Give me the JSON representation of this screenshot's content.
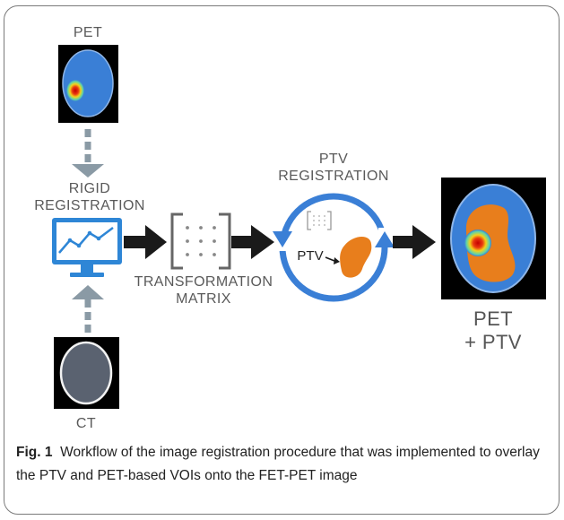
{
  "labels": {
    "pet": "PET",
    "rigid_line1": "RIGID",
    "rigid_line2": "REGISTRATION",
    "ptv_reg_line1": "PTV",
    "ptv_reg_line2": "REGISTRATION",
    "transform_line1": "TRANSFORMATION",
    "transform_line2": "MATRIX",
    "ptv": "PTV",
    "result_line1": "PET",
    "result_line2": "+ PTV",
    "ct": "CT"
  },
  "caption": {
    "figure_label": "Fig. 1",
    "text": "Workflow of the image registration procedure that was implemented to overlay the PTV and PET-based VOIs onto the FET-PET image"
  },
  "colors": {
    "brain_blue": "#3a7fd6",
    "arrow_dark": "#1a1a1a",
    "arrow_gray": "#8a9aa5",
    "ptv_orange": "#e87e1c",
    "monitor_blue": "#2e86d6",
    "ct_gray": "#5a6270"
  }
}
